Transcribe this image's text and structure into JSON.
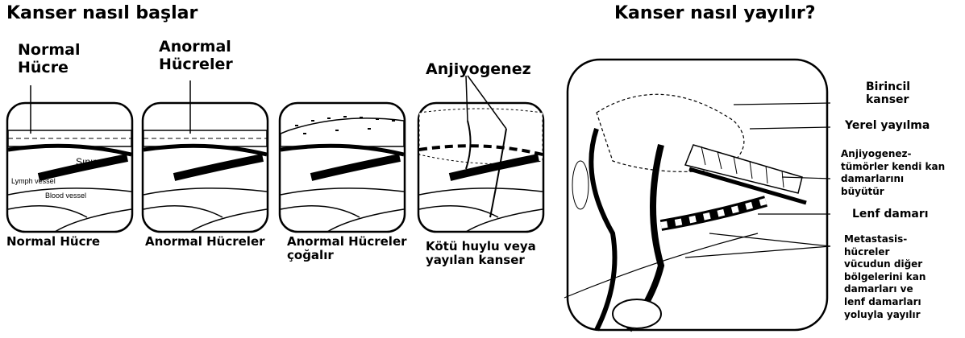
{
  "left": {
    "title": "Kanser nasıl başlar",
    "top_labels": {
      "normal_cell": "Normal\nHücre",
      "abnormal_cells": "Anormal\nHücreler",
      "angiogenesis": "Anjiyogenez"
    },
    "inner_labels": {
      "border": "Sınır",
      "lymph": "Lymph vessel",
      "blood": "Blood vessel"
    },
    "captions": [
      "Normal Hücre",
      "Anormal Hücreler",
      "Anormal Hücreler\nçoğalır",
      "Kötü huylu veya\nyayılan kanser"
    ]
  },
  "right": {
    "title": "Kanser nasıl yayılır?",
    "labels": {
      "primary": "Birincil\nkanser",
      "local": "Yerel yayılma",
      "angio": "Anjiyogenez-\ntümörler kendi kan\ndamarlarını\nbüyütür",
      "lymph": "Lenf damarı",
      "metastasis": "Metastasis-\nhücreler\nvücudun diğer\nbölgelerini kan\ndamarları ve\nlenf damarları\nyoluyla yayılır"
    }
  }
}
